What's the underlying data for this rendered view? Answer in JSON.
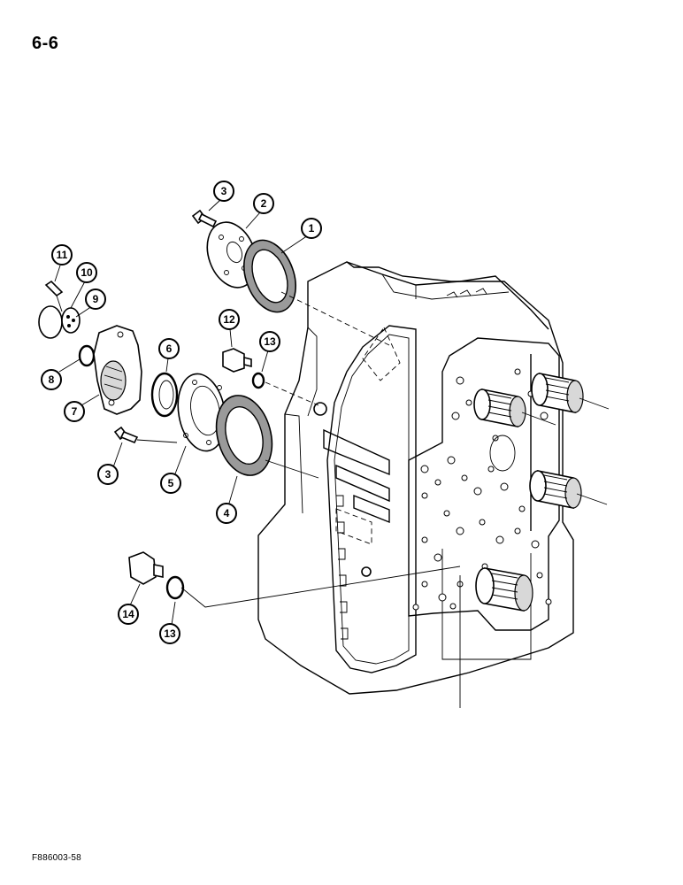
{
  "page": {
    "number": "6-6",
    "figure_id": "F886003-58"
  },
  "callouts": [
    {
      "label": "1"
    },
    {
      "label": "2"
    },
    {
      "label": "3"
    },
    {
      "label": "11"
    },
    {
      "label": "10"
    },
    {
      "label": "9"
    },
    {
      "label": "12"
    },
    {
      "label": "13"
    },
    {
      "label": "6"
    },
    {
      "label": "8"
    },
    {
      "label": "7"
    },
    {
      "label": "3"
    },
    {
      "label": "5"
    },
    {
      "label": "4"
    },
    {
      "label": "14"
    },
    {
      "label": "13"
    }
  ]
}
